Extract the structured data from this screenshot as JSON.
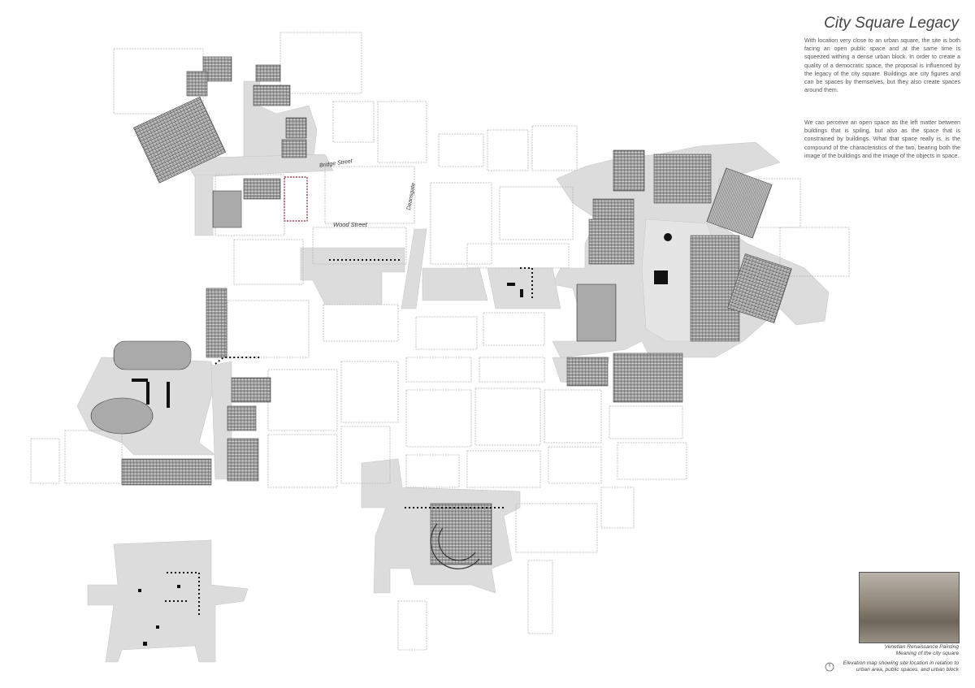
{
  "title": "City Square Legacy",
  "paragraphs": [
    "With location very close to an urban square, the site is both facing an open public space and at the same time is squeezed withing a dense urban block. In order to create a quality of a democratic space, the proposal is influenced by the legacy of the city square. Buildings are city figures and can be spaces by themselves, but they also create spaces around them.",
    "We can perceive an open space as the left matter between buildings that is spiling, but also as the space that is constrained by buildings. What that space really is, is the compound of the characteristics of the two, bearing both the image of the buildings and the image of the objects in space."
  ],
  "streets": {
    "bridge": "Bridge Street",
    "wood": "Wood Street",
    "deansgate": "Deansgate"
  },
  "captions": {
    "painting_title": "Venetian Renaissance Painting",
    "painting_meaning": "Meaning of the city square",
    "map_caption_1": "Elevation map showing site location in relation to",
    "map_caption_2": "urban area, public spaces, and urban block"
  },
  "colors": {
    "public_space": "#dcdcdc",
    "block_outline": "#b5b5b5",
    "building_hatch": "#555555",
    "site_boundary": "#8b1e2b"
  },
  "icons": {
    "north_arrow": "north-arrow-icon"
  }
}
